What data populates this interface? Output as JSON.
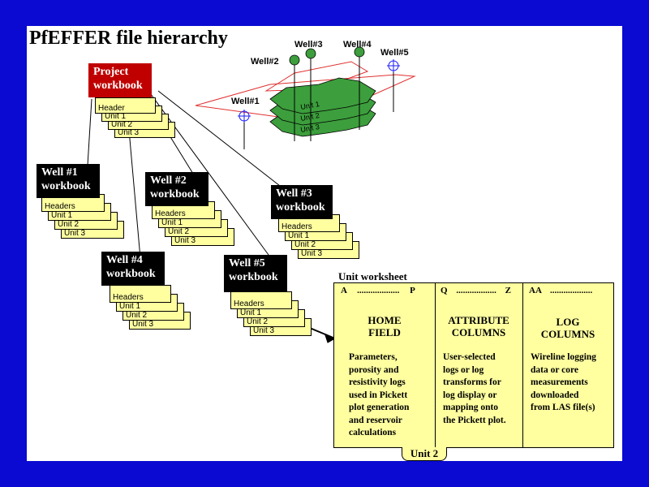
{
  "title": "PfEFFER file hierarchy",
  "project": {
    "line1": "Project",
    "line2": "workbook",
    "sheets": [
      "Header",
      "Unit 1",
      "Unit 2",
      "Unit 3"
    ]
  },
  "wells": [
    {
      "line1": "Well #1",
      "line2": "workbook",
      "sheets": [
        "Headers",
        "Unit 1",
        "Unit 2",
        "Unit 3"
      ]
    },
    {
      "line1": "Well #2",
      "line2": "workbook",
      "sheets": [
        "Headers",
        "Unit 1",
        "Unit 2",
        "Unit 3"
      ]
    },
    {
      "line1": "Well #3",
      "line2": "workbook",
      "sheets": [
        "Headers",
        "Unit 1",
        "Unit 2",
        "Unit 3"
      ]
    },
    {
      "line1": "Well #4",
      "line2": "workbook",
      "sheets": [
        "Headers",
        "Unit 1",
        "Unit 2",
        "Unit 3"
      ]
    },
    {
      "line1": "Well #5",
      "line2": "workbook",
      "sheets": [
        "Headers",
        "Unit 1",
        "Unit 2",
        "Unit 3"
      ]
    }
  ],
  "map": {
    "labels": [
      "Well#1",
      "Well#2",
      "Well#3",
      "Well#4",
      "Well#5"
    ],
    "layers": [
      "Unit 1",
      "Unit 2",
      "Unit 3"
    ]
  },
  "unit_worksheet": {
    "title": "Unit worksheet",
    "columns": [
      {
        "range_start": "A",
        "dots": "...................",
        "range_end": "P",
        "title1": "HOME",
        "title2": "FIELD",
        "desc": [
          "Parameters,",
          "porosity and",
          "resistivity logs",
          "used in Pickett",
          "plot generation",
          "and reservoir",
          "calculations"
        ]
      },
      {
        "range_start": "Q",
        "dots": "..................",
        "range_end": "Z",
        "title1": "ATTRIBUTE",
        "title2": "COLUMNS",
        "desc": [
          "User-selected",
          "logs or log",
          "transforms for",
          "log display  or",
          "mapping onto",
          "the Pickett plot."
        ]
      },
      {
        "range_start": "AA",
        "dots": "...................",
        "range_end": "",
        "title1": "LOG",
        "title2": "COLUMNS",
        "desc": [
          "Wireline logging",
          "data or core",
          "measurements",
          "downloaded",
          "from LAS file(s)"
        ]
      }
    ],
    "tab": "Unit 2"
  },
  "colors": {
    "background": "#0a0ad2",
    "sheet": "#ffffa0",
    "project_box": "#c00000",
    "workbook_box": "#000000",
    "map_layer": "#3c9e3c",
    "outline": "#e03030",
    "well_symbol": "#1a1aff"
  }
}
